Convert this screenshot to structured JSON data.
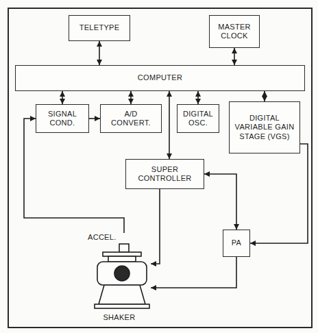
{
  "diagram": {
    "nodes": [
      {
        "text": [
          "TELETYPE"
        ]
      },
      {
        "text": [
          "MASTER CLOCK"
        ]
      },
      {
        "text": [
          "COMPUTER"
        ]
      },
      {
        "text": [
          "SIGNAL COND."
        ]
      },
      {
        "text": [
          "A/D CONVERT."
        ]
      },
      {
        "text": [
          "DIGITAL OSC."
        ]
      },
      {
        "text": [
          "DIGITAL VARIABLE GAIN STAGE (VGS)"
        ]
      },
      {
        "text": [
          "SUPER CONTROLLER"
        ]
      },
      {
        "text": [
          "ACCEL.",
          "SHAKER"
        ]
      },
      {
        "text": [
          "PA"
        ]
      }
    ],
    "edges": [
      {
        "from": 0,
        "to": 2,
        "arrow": "both"
      },
      {
        "from": 1,
        "to": 2,
        "arrow": "both"
      },
      {
        "from": 2,
        "to": 3,
        "arrow": "both"
      },
      {
        "from": 2,
        "to": 4,
        "arrow": "both"
      },
      {
        "from": 2,
        "to": 5,
        "arrow": "both"
      },
      {
        "from": 2,
        "to": 6,
        "arrow": "both"
      },
      {
        "from": 2,
        "to": 7,
        "arrow": "both"
      },
      {
        "from": 3,
        "to": 4,
        "arrow": "to"
      },
      {
        "from": 8,
        "to": 3,
        "arrow": "to"
      },
      {
        "from": 7,
        "to": 8,
        "arrow": "to"
      },
      {
        "from": 7,
        "to": 9,
        "arrow": "both"
      },
      {
        "from": 9,
        "to": 8,
        "arrow": "to"
      },
      {
        "from": 6,
        "to": 9,
        "arrow": "to"
      }
    ]
  }
}
